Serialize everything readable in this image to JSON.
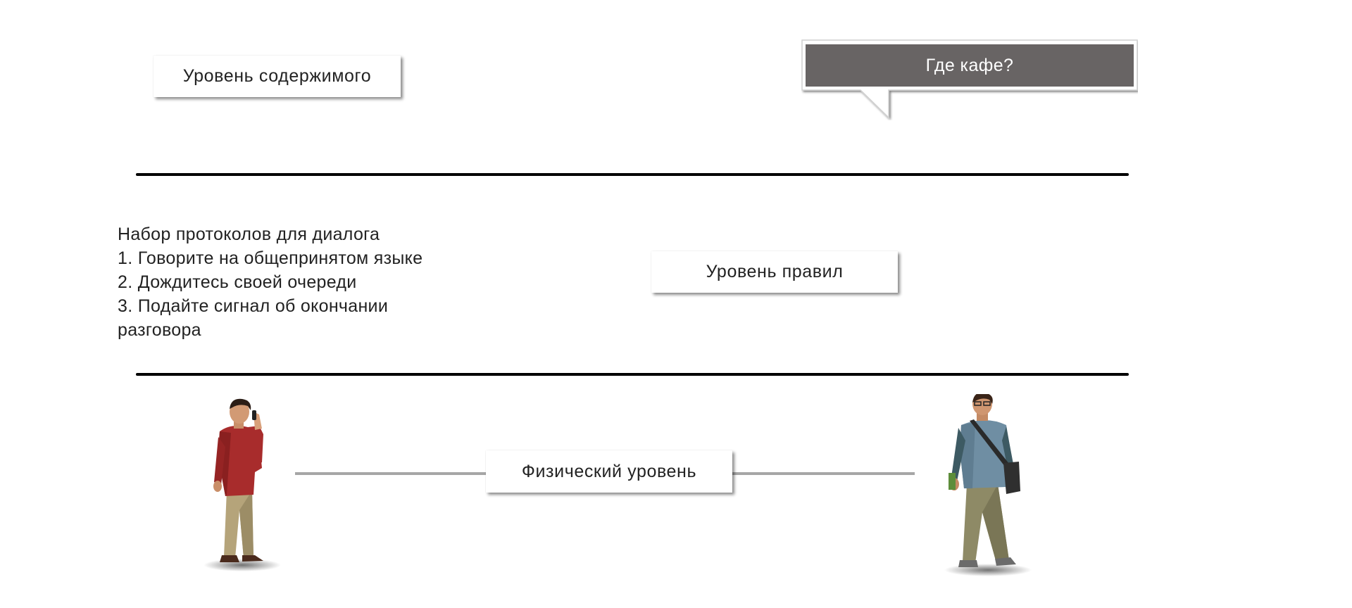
{
  "layers": {
    "content": "Уровень содержимого",
    "rules": "Уровень правил",
    "physical": "Физический уровень"
  },
  "speech_bubble": {
    "text": "Где кафе?",
    "color": "#686464"
  },
  "protocol_rules": {
    "heading": "Набор протоколов для диалога",
    "items": [
      "1. Говорите на общепринятом языке",
      "2. Дождитесь своей очереди",
      "3. Подайте сигнал об окончании разговора"
    ]
  },
  "colors": {
    "divider": "#000000",
    "link_line": "#a6a6a6",
    "left_person_shirt": "#a52a2a",
    "right_person_sweater": "#6f8ea3"
  }
}
